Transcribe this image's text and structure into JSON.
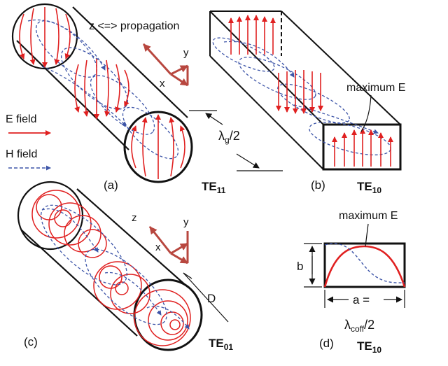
{
  "labels": {
    "z_prop": "z <=> propagation",
    "axis_y": "y",
    "axis_x": "x",
    "axis_z": "z",
    "e_field": "E field",
    "h_field": "H field",
    "panel_a": "(a)",
    "panel_b": "(b)",
    "panel_c": "(c)",
    "panel_d": "(d)",
    "te11_main": "TE",
    "te11_sub": "11",
    "te10_main": "TE",
    "te10_sub": "10",
    "te01_main": "TE",
    "te01_sub": "01",
    "te10d_main": "TE",
    "te10d_sub": "10",
    "max_e_b": "maximum E",
    "max_e_d": "maximum E",
    "lambda_g_main": "λ",
    "lambda_g_sub": "g",
    "lambda_g_tail": "/2",
    "diameter": "D",
    "dim_b": "b",
    "dim_a": "a =",
    "lambda_c_main": "λ",
    "lambda_c_sub": "coff",
    "lambda_c_tail": "/2"
  },
  "colors": {
    "e_field": "#e02020",
    "h_field": "#3d55a8",
    "outline": "#111111",
    "axis": "#b8473f"
  }
}
